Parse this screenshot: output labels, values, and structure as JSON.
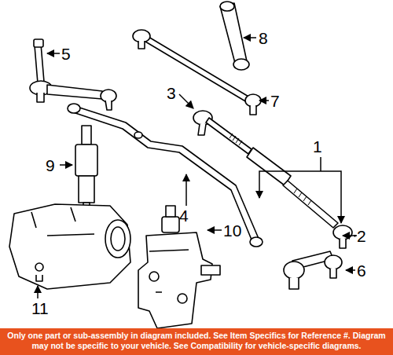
{
  "diagram": {
    "nodes": [
      {
        "text": [
          "Only one part or sub-assembly in diagram included. See Item Specifics for Reference #. Diagram may not be specific to your vehicle. See Compatibility for vehicle-specific diagrams."
        ]
      }
    ],
    "labels": [
      "5",
      "8",
      "3",
      "7",
      "1",
      "9",
      "4",
      "10",
      "2",
      "6",
      "11"
    ]
  }
}
